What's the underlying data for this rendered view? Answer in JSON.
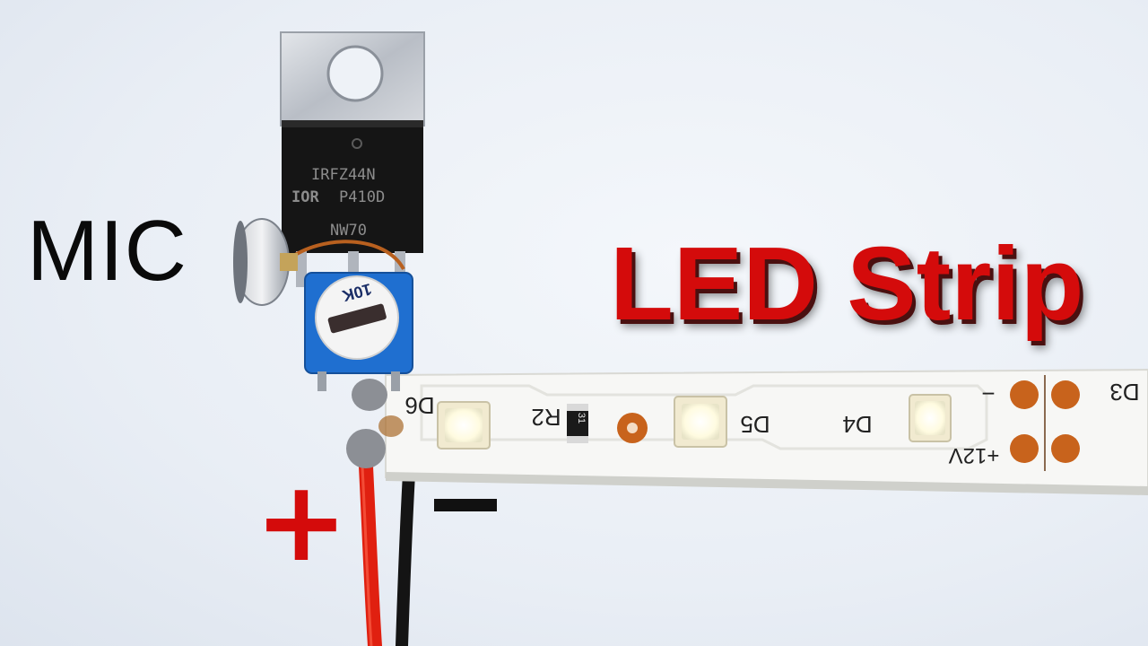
{
  "labels": {
    "mic": "MIC",
    "title": "LED Strip",
    "plus": "+",
    "minus": "−"
  },
  "mosfet": {
    "part_number": "IRFZ44N",
    "logo_text": "IOR",
    "code_line": "P410D",
    "code_line_2": "NW70"
  },
  "potentiometer": {
    "marking": "10K"
  },
  "led_strip": {
    "led_labels": [
      "D6",
      "D5",
      "D4",
      "D3"
    ],
    "resistor_label": "R2",
    "resistor_code": "31",
    "pad_minus": "−",
    "pad_plus_voltage": "+12V"
  },
  "colors": {
    "title_red": "#d40b0b",
    "text_black": "#0a0a0a",
    "background": "#eaeef5",
    "strip_white": "#f7f7f5",
    "copper_pad": "#c8631c",
    "wire_red": "#e02010",
    "wire_black": "#141414",
    "pot_blue": "#1f6fd0"
  }
}
